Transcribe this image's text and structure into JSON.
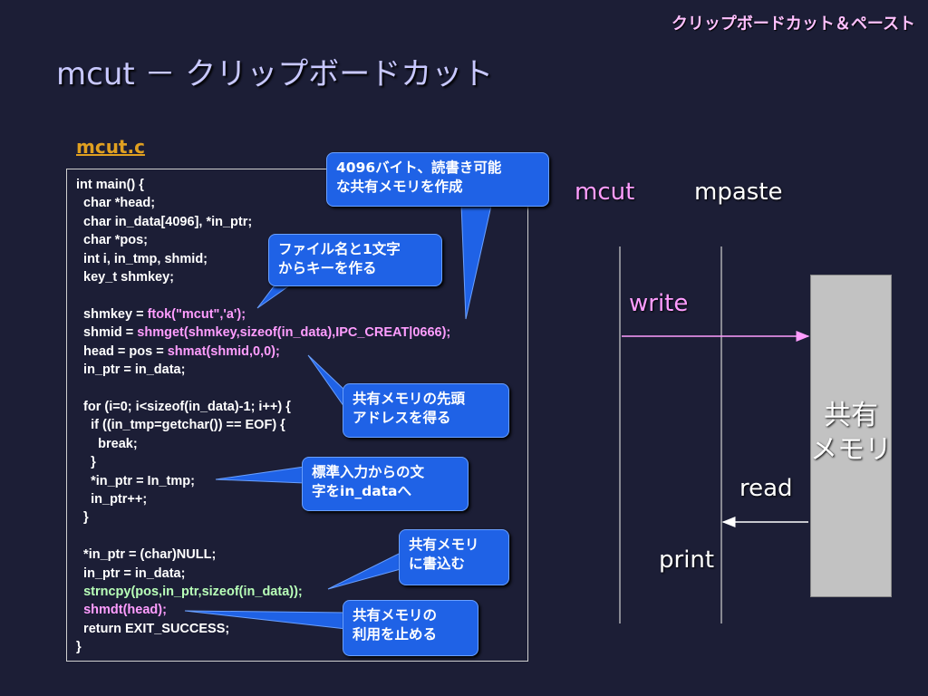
{
  "header_label": "クリップボードカット＆ペースト",
  "slide_title": "mcut － クリップボードカット",
  "file_label": "mcut.c",
  "code_lines": [
    "int main() {",
    "  char *head;",
    "  char in_data[4096], *in_ptr;",
    "  char *pos;",
    "  int i, in_tmp, shmid;",
    "  key_t shmkey;",
    "",
    "  shmkey = ",
    "  shmid = ",
    "  head = pos = ",
    "  in_ptr = in_data;",
    "",
    "  for (i=0; i<sizeof(in_data)-1; i++) {",
    "    if ((in_tmp=getchar()) == EOF) {",
    "      break;",
    "    }",
    "    *in_ptr = In_tmp;",
    "    in_ptr++;",
    "  }",
    "",
    "  *in_ptr = (char)NULL;",
    "  in_ptr = in_data;",
    "  ",
    "  ",
    "  return EXIT_SUCCESS;",
    "}"
  ],
  "code_highlights": {
    "ftok": "ftok(\"mcut\",'a');",
    "shmget": "shmget(shmkey,sizeof(in_data),IPC_CREAT|0666);",
    "shmat": "shmat(shmid,0,0);",
    "strncpy": "strncpy(pos,in_ptr,sizeof(in_data));",
    "shmdt": "shmdt(head);"
  },
  "callouts": {
    "shm_size": "4096バイト、読書き可能\nな共有メモリを作成",
    "ftok": "ファイル名と1文字\nからキーを作る",
    "shmat": "共有メモリの先頭\nアドレスを得る",
    "stdin": "標準入力からの文\n字をin_dataへ",
    "write_shm": "共有メモリ\nに書込む",
    "shmdt": "共有メモリの\n利用を止める"
  },
  "diagram": {
    "mcut_label": "mcut",
    "mpaste_label": "mpaste",
    "write_label": "write",
    "read_label": "read",
    "print_label": "print",
    "shm_label": "共有\nメモリ"
  },
  "colors": {
    "background": "#1c1e36",
    "callout": "#1f62e6",
    "highlight_pink": "#ff9dff",
    "highlight_green": "#b8ffb8",
    "file_label": "#e0a020"
  }
}
